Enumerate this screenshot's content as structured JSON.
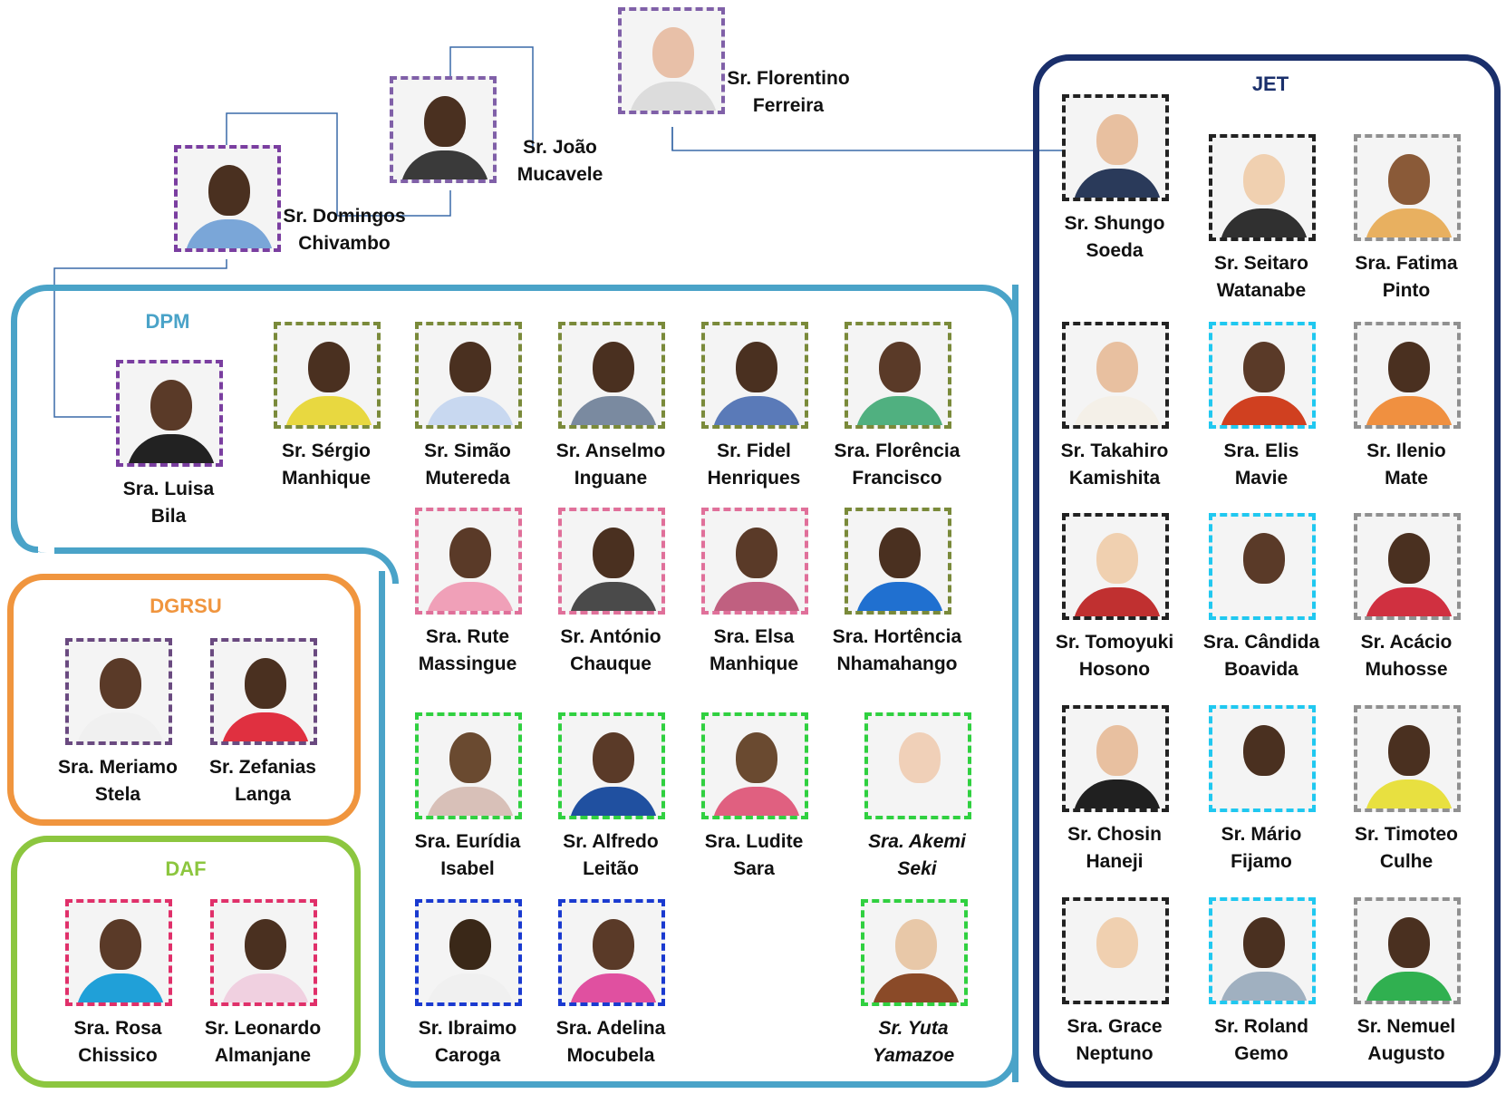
{
  "groups": {
    "dpm": {
      "label": "DPM",
      "color": "#4aa3c8"
    },
    "dgrsu": {
      "label": "DGRSU",
      "color": "#f0953e"
    },
    "daf": {
      "label": "DAF",
      "color": "#8cc63f"
    },
    "jet": {
      "label": "JET",
      "color": "#1a2f6b"
    }
  },
  "people": [
    {
      "id": "florentino",
      "line1": "Sr. Florentino",
      "line2": "Ferreira",
      "border": "#8060a8",
      "skin": "#e8c0a8",
      "shirt": "#dcdcdc"
    },
    {
      "id": "joao",
      "line1": "Sr. João",
      "line2": "Mucavele",
      "border": "#8060a8",
      "skin": "#4a3020",
      "shirt": "#3a3a3a"
    },
    {
      "id": "domingos",
      "line1": "Sr. Domingos",
      "line2": "Chivambo",
      "border": "#7a3ea0",
      "skin": "#4a3020",
      "shirt": "#7aa6d8"
    },
    {
      "id": "luisa",
      "line1": "Sra. Luisa",
      "line2": "Bila",
      "border": "#7a3ea0",
      "skin": "#5a3a28",
      "shirt": "#222222"
    },
    {
      "id": "sergio",
      "line1": "Sr. Sérgio",
      "line2": "Manhique",
      "border": "#7a8a3a",
      "skin": "#4a3020",
      "shirt": "#e8d840"
    },
    {
      "id": "simao",
      "line1": "Sr. Simão",
      "line2": "Mutereda",
      "border": "#7a8a3a",
      "skin": "#4a3020",
      "shirt": "#c8d8f0"
    },
    {
      "id": "anselmo",
      "line1": "Sr. Anselmo",
      "line2": "Inguane",
      "border": "#7a8a3a",
      "skin": "#4a3020",
      "shirt": "#7a8aa0"
    },
    {
      "id": "fidel",
      "line1": "Sr. Fidel",
      "line2": "Henriques",
      "border": "#7a8a3a",
      "skin": "#4a3020",
      "shirt": "#5a7ab8"
    },
    {
      "id": "florencia",
      "line1": "Sra. Florência",
      "line2": "Francisco",
      "border": "#7a8a3a",
      "skin": "#5a3a28",
      "shirt": "#50b080"
    },
    {
      "id": "rute",
      "line1": "Sra. Rute",
      "line2": "Massingue",
      "border": "#e0709a",
      "skin": "#5a3a28",
      "shirt": "#f0a0b8"
    },
    {
      "id": "antonio",
      "line1": "Sr. António",
      "line2": "Chauque",
      "border": "#e0709a",
      "skin": "#4a3020",
      "shirt": "#4a4a4a"
    },
    {
      "id": "elsa",
      "line1": "Sra. Elsa",
      "line2": "Manhique",
      "border": "#e0709a",
      "skin": "#5a3a28",
      "shirt": "#c06080"
    },
    {
      "id": "hortencia",
      "line1": "Sra. Hortência",
      "line2": "Nhamahango",
      "border": "#7a8a3a",
      "skin": "#4a3020",
      "shirt": "#2070d0"
    },
    {
      "id": "euridia",
      "line1": "Sra. Eurídia",
      "line2": "Isabel",
      "border": "#30d040",
      "skin": "#6a4a30",
      "shirt": "#d8c0b8"
    },
    {
      "id": "alfredo",
      "line1": "Sr. Alfredo",
      "line2": "Leitão",
      "border": "#30d040",
      "skin": "#5a3a28",
      "shirt": "#2050a0"
    },
    {
      "id": "ludite",
      "line1": "Sra. Ludite",
      "line2": "Sara",
      "border": "#30d040",
      "skin": "#6a4a30",
      "shirt": "#e06080"
    },
    {
      "id": "akemi",
      "line1": "Sra. Akemi",
      "line2": "Seki",
      "border": "#30d040",
      "skin": "#f0d0b8",
      "shirt": "#f4f4f4"
    },
    {
      "id": "ibraimo",
      "line1": "Sr. Ibraimo",
      "line2": "Caroga",
      "border": "#1a3ad0",
      "skin": "#3a2818",
      "shirt": "#f0f0f0"
    },
    {
      "id": "adelina",
      "line1": "Sra. Adelina",
      "line2": "Mocubela",
      "border": "#1a3ad0",
      "skin": "#5a3a28",
      "shirt": "#e050a0"
    },
    {
      "id": "yuta",
      "line1": "Sr. Yuta",
      "line2": "Yamazoe",
      "border": "#30d040",
      "skin": "#e8c8a8",
      "shirt": "#8a4a28"
    },
    {
      "id": "meriamo",
      "line1": "Sra. Meriamo",
      "line2": "Stela",
      "border": "#6a4a80",
      "skin": "#5a3a28",
      "shirt": "#f0f0f0"
    },
    {
      "id": "zefanias",
      "line1": "Sr. Zefanias",
      "line2": "Langa",
      "border": "#6a4a80",
      "skin": "#4a3020",
      "shirt": "#e03040"
    },
    {
      "id": "rosa",
      "line1": "Sra. Rosa",
      "line2": "Chissico",
      "border": "#e0306a",
      "skin": "#5a3a28",
      "shirt": "#20a0d8"
    },
    {
      "id": "leonardo",
      "line1": "Sr. Leonardo",
      "line2": "Almanjane",
      "border": "#e0306a",
      "skin": "#4a3020",
      "shirt": "#f0d0e0"
    },
    {
      "id": "shungo",
      "line1": "Sr. Shungo",
      "line2": "Soeda",
      "border": "#222222",
      "skin": "#e8c0a0",
      "shirt": "#2a3a5a"
    },
    {
      "id": "seitaro",
      "line1": "Sr. Seitaro",
      "line2": "Watanabe",
      "border": "#222222",
      "skin": "#f0d0b0",
      "shirt": "#303030"
    },
    {
      "id": "fatima",
      "line1": "Sra. Fatima",
      "line2": "Pinto",
      "border": "#909090",
      "skin": "#8a5a38",
      "shirt": "#e8b060"
    },
    {
      "id": "takahiro",
      "line1": "Sr. Takahiro",
      "line2": "Kamishita",
      "border": "#222222",
      "skin": "#e8c0a0",
      "shirt": "#f4f0e8"
    },
    {
      "id": "elis",
      "line1": "Sra. Elis",
      "line2": "Mavie",
      "border": "#20c8f0",
      "skin": "#5a3a28",
      "shirt": "#d04020"
    },
    {
      "id": "ilenio",
      "line1": "Sr. Ilenio",
      "line2": "Mate",
      "border": "#909090",
      "skin": "#4a3020",
      "shirt": "#f09040"
    },
    {
      "id": "tomoyuki",
      "line1": "Sr. Tomoyuki",
      "line2": "Hosono",
      "border": "#222222",
      "skin": "#f0d0b0",
      "shirt": "#c03030"
    },
    {
      "id": "candida",
      "line1": "Sra. Cândida",
      "line2": "Boavida",
      "border": "#20c8f0",
      "skin": "#5a3a28",
      "shirt": "#f4f4f4"
    },
    {
      "id": "acacio",
      "line1": "Sr. Acácio",
      "line2": "Muhosse",
      "border": "#909090",
      "skin": "#4a3020",
      "shirt": "#d03040"
    },
    {
      "id": "chosin",
      "line1": "Sr. Chosin",
      "line2": "Haneji",
      "border": "#222222",
      "skin": "#e8c0a0",
      "shirt": "#202020"
    },
    {
      "id": "mario",
      "line1": "Sr. Mário",
      "line2": "Fijamo",
      "border": "#20c8f0",
      "skin": "#4a3020",
      "shirt": "#f4f4f4"
    },
    {
      "id": "timoteo",
      "line1": "Sr. Timoteo",
      "line2": "Culhe",
      "border": "#909090",
      "skin": "#4a3020",
      "shirt": "#e8e040"
    },
    {
      "id": "grace",
      "line1": "Sra. Grace",
      "line2": "Neptuno",
      "border": "#222222",
      "skin": "#f0d0b0",
      "shirt": "#f4f4f4"
    },
    {
      "id": "roland",
      "line1": "Sr. Roland",
      "line2": "Gemo",
      "border": "#20c8f0",
      "skin": "#4a3020",
      "shirt": "#a0b0c0"
    },
    {
      "id": "nemuel",
      "line1": "Sr. Nemuel",
      "line2": "Augusto",
      "border": "#909090",
      "skin": "#4a3020",
      "shirt": "#30b050"
    }
  ]
}
